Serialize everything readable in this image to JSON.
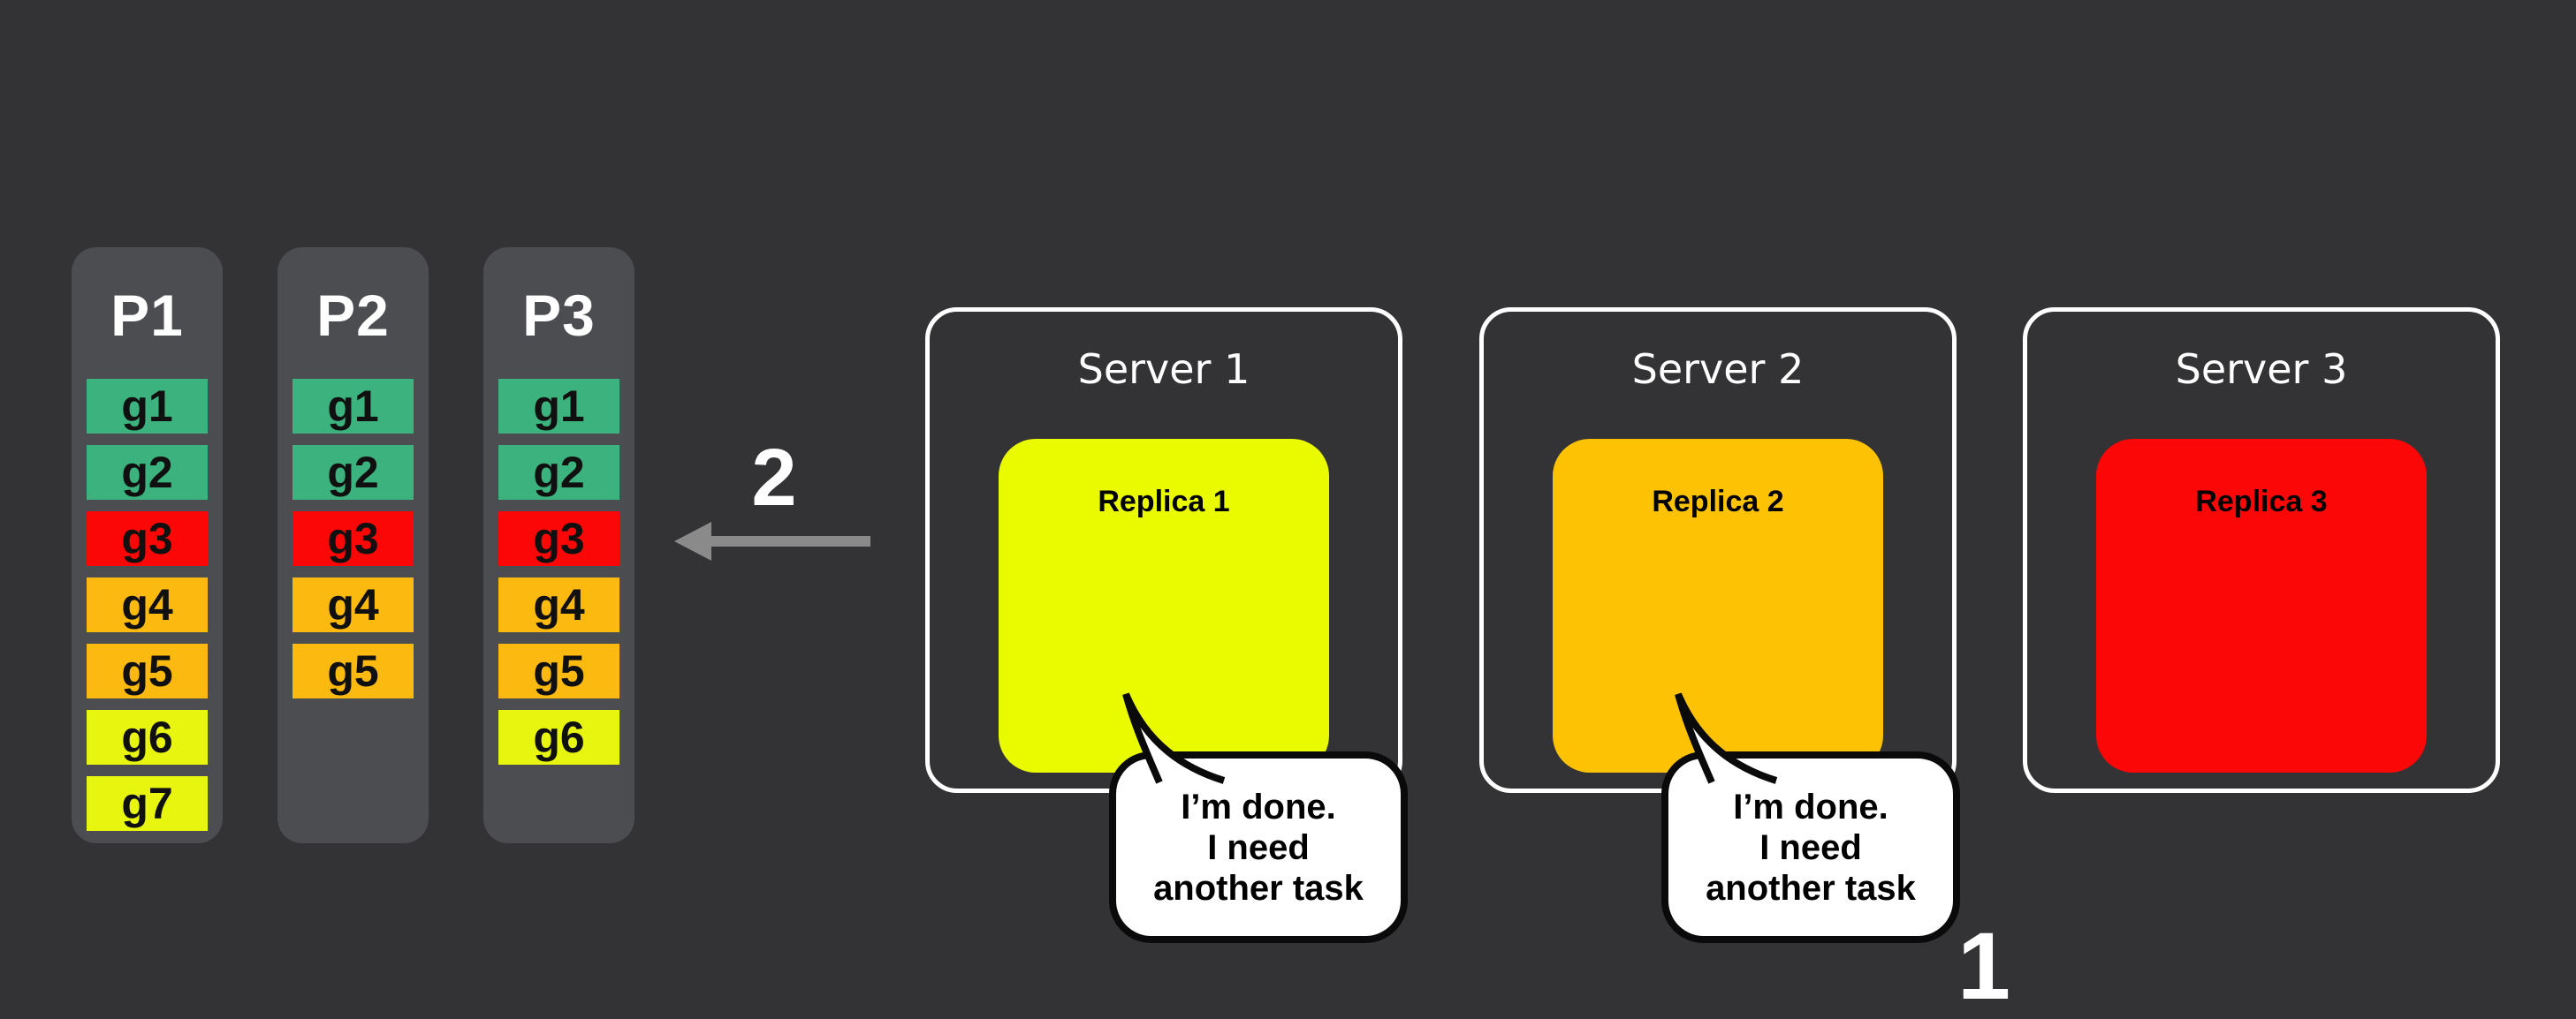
{
  "background": "#333234",
  "palette": {
    "teal": "#3CB37E",
    "red": "#FB0707",
    "amber": "#FCB90F",
    "yellow": "#E8F50F",
    "column_background": "#4C4D50",
    "page_background": "#333234",
    "arrow_gray": "#8A8A8A",
    "bubble_border": "#0A0A0A",
    "server_border": "#FFFFFF"
  },
  "partitions": [
    {
      "label": "P1",
      "cells": [
        {
          "label": "g1",
          "color": "teal"
        },
        {
          "label": "g2",
          "color": "teal"
        },
        {
          "label": "g3",
          "color": "red"
        },
        {
          "label": "g4",
          "color": "amber"
        },
        {
          "label": "g5",
          "color": "amber"
        },
        {
          "label": "g6",
          "color": "yellow"
        },
        {
          "label": "g7",
          "color": "yellow"
        }
      ]
    },
    {
      "label": "P2",
      "cells": [
        {
          "label": "g1",
          "color": "teal"
        },
        {
          "label": "g2",
          "color": "teal"
        },
        {
          "label": "g3",
          "color": "red"
        },
        {
          "label": "g4",
          "color": "amber"
        },
        {
          "label": "g5",
          "color": "amber"
        }
      ]
    },
    {
      "label": "P3",
      "cells": [
        {
          "label": "g1",
          "color": "teal"
        },
        {
          "label": "g2",
          "color": "teal"
        },
        {
          "label": "g3",
          "color": "red"
        },
        {
          "label": "g4",
          "color": "amber"
        },
        {
          "label": "g5",
          "color": "amber"
        },
        {
          "label": "g6",
          "color": "yellow"
        }
      ]
    }
  ],
  "arrow": {
    "label": "2",
    "direction": "left",
    "color": "#8A8A8A"
  },
  "servers": [
    {
      "title": "Server 1",
      "replica": {
        "label": "Replica 1",
        "color": "#EAFB00"
      }
    },
    {
      "title": "Server 2",
      "replica": {
        "label": "Replica 2",
        "color": "#FCC203"
      }
    },
    {
      "title": "Server 3",
      "replica": {
        "label": "Replica 3",
        "color": "#FB0707"
      }
    }
  ],
  "bubbles": [
    {
      "attached_to": "Replica 1",
      "lines": [
        "I’m done.",
        "I need",
        "another task"
      ]
    },
    {
      "attached_to": "Replica 2",
      "lines": [
        "I’m done.",
        "I need",
        "another task"
      ]
    }
  ],
  "step_labels": {
    "bottom_right": "1"
  }
}
